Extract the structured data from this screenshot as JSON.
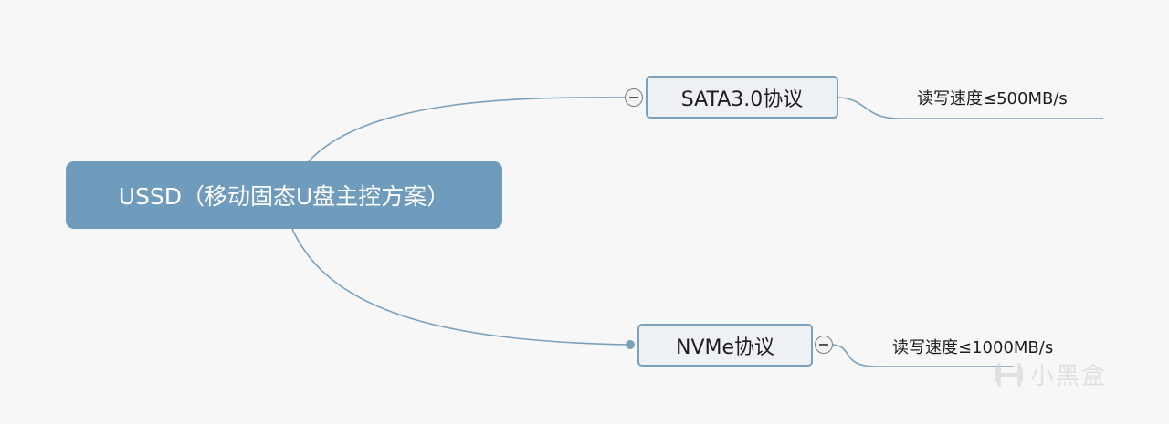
{
  "mindmap": {
    "root": {
      "label": "USSD（移动固态U盘主控方案）"
    },
    "branches": [
      {
        "label": "SATA3.0协议",
        "child": "读写速度≤500MB/s",
        "collapse_icon": "minus-circle-icon"
      },
      {
        "label": "NVMe协议",
        "child": "读写速度≤1000MB/s",
        "collapse_icon": "minus-circle-icon"
      }
    ]
  },
  "watermark": {
    "text": "小黑盒",
    "logo_icon": "heybox-logo-icon"
  },
  "colors": {
    "root_fill": "#6f9bbd",
    "topic_fill": "#edf1f4",
    "topic_border": "#7aa0bb",
    "connector": "#7aa0bb",
    "background": "#f7f7f7"
  }
}
